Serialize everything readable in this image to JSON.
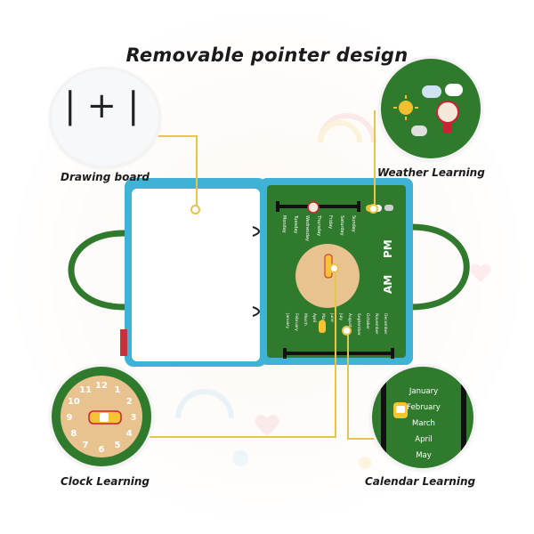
{
  "title": "Removable pointer design",
  "labels": {
    "drawing_board": "Drawing board",
    "weather_learning": "Weather Learning",
    "clock_learning": "Clock Learning",
    "calendar_learning": "Calendar Learning"
  },
  "board": {
    "weekdays": [
      "Monday",
      "Tuesday",
      "Wednesday",
      "Thursday",
      "Friday",
      "Saturday",
      "Sunday"
    ],
    "months": [
      "January",
      "February",
      "March",
      "April",
      "May",
      "June",
      "July",
      "August",
      "September",
      "October",
      "November",
      "December"
    ],
    "am": "AM",
    "pm": "PM"
  },
  "calendar_zoom": {
    "months": [
      "January",
      "February",
      "March",
      "April",
      "May"
    ]
  },
  "clock_zoom": {
    "numbers": [
      "12",
      "1",
      "2",
      "3",
      "4",
      "5",
      "6",
      "7",
      "8",
      "9",
      "10",
      "11"
    ]
  },
  "drawing_sketch": "|+|",
  "colors": {
    "felt_green": "#2f7a2c",
    "cyan_frame": "#3fb3d6",
    "clock_wood": "#e9c38f",
    "accent_yellow": "#e6c54b"
  }
}
